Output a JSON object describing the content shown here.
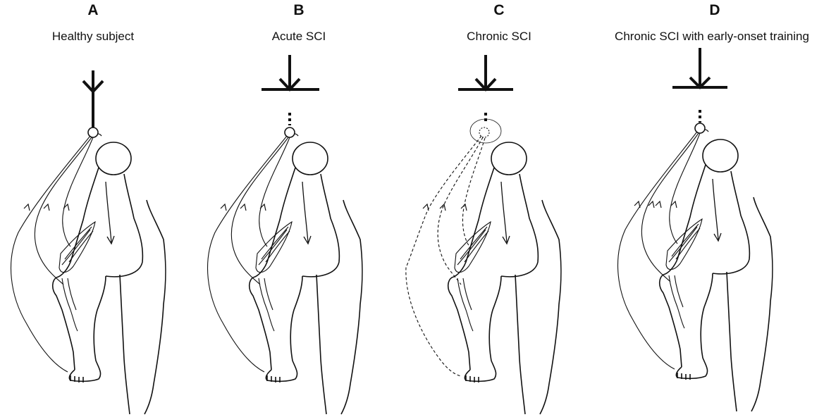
{
  "panels": [
    {
      "letter": "A",
      "caption": "Healthy subject"
    },
    {
      "letter": "B",
      "caption": "Acute SCI"
    },
    {
      "letter": "C",
      "caption": "Chronic SCI"
    },
    {
      "letter": "D",
      "caption": "Chronic SCI with early-onset training"
    }
  ]
}
